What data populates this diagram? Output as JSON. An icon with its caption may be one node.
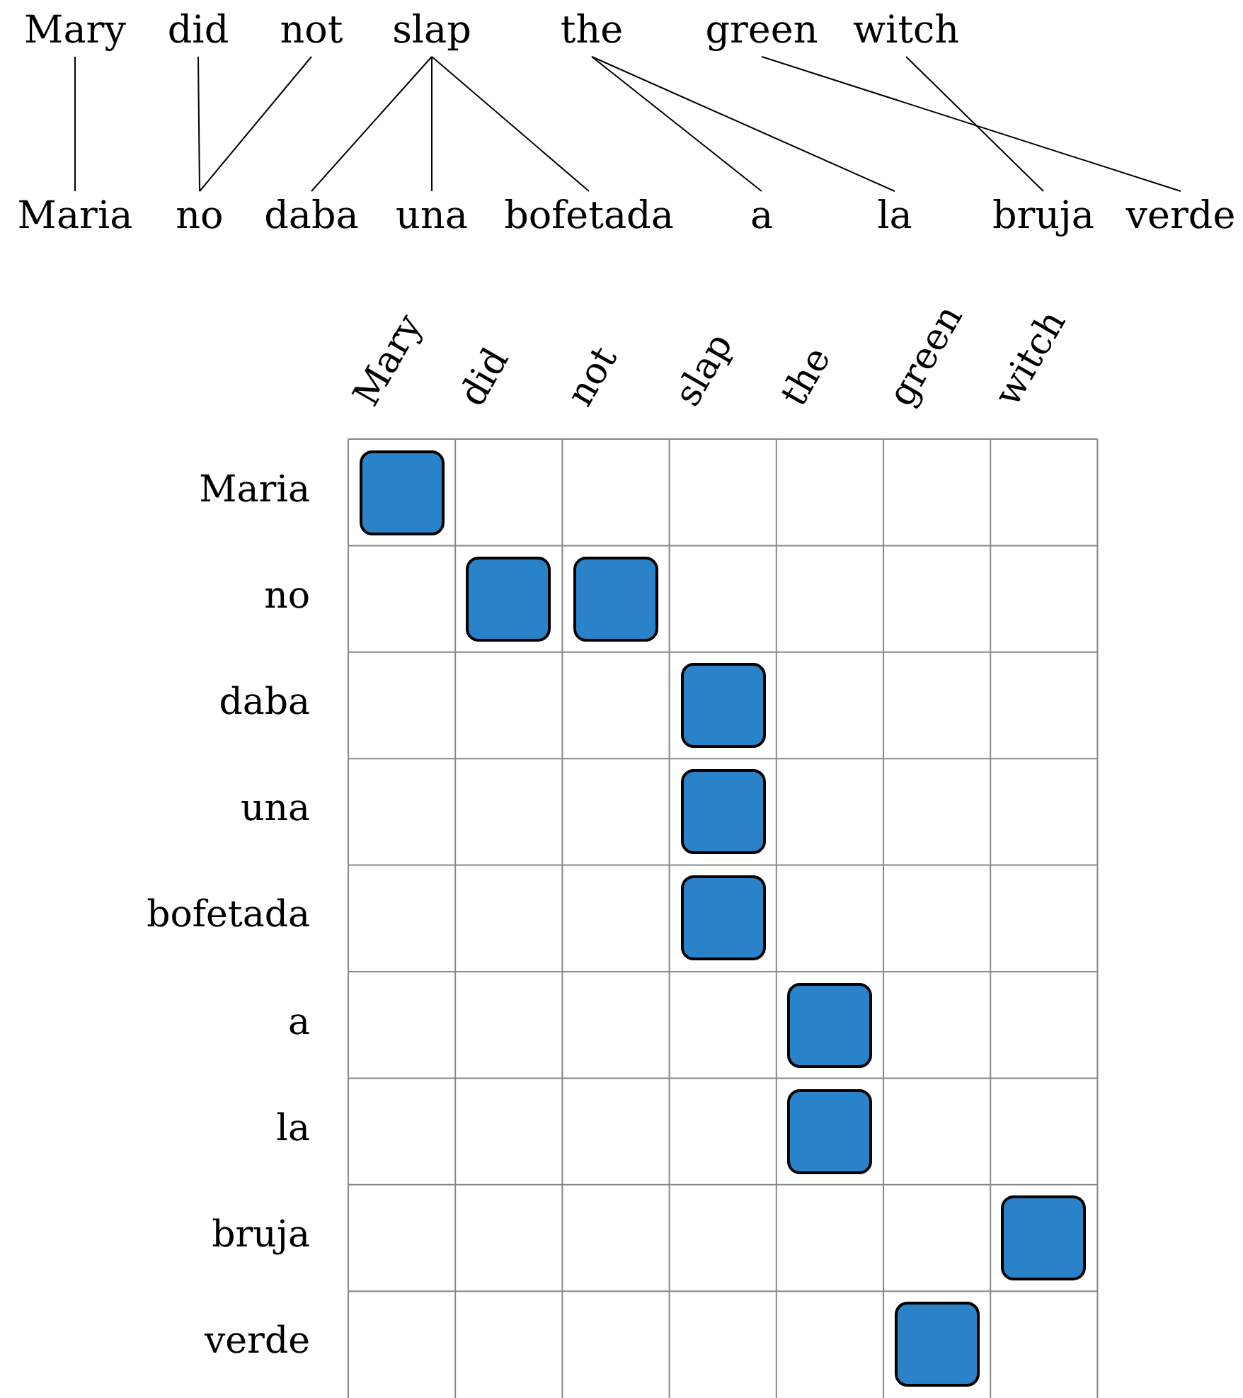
{
  "diagram": {
    "nodes": [
      {
        "text": [
          "Mary"
        ]
      },
      {
        "text": [
          "did"
        ]
      },
      {
        "text": [
          "not"
        ]
      },
      {
        "text": [
          "slap"
        ]
      },
      {
        "text": [
          "the"
        ]
      },
      {
        "text": [
          "green"
        ]
      },
      {
        "text": [
          "witch"
        ]
      },
      {
        "text": [
          "Maria"
        ]
      },
      {
        "text": [
          "no"
        ]
      },
      {
        "text": [
          "daba"
        ]
      },
      {
        "text": [
          "una"
        ]
      },
      {
        "text": [
          "bofetada"
        ]
      },
      {
        "text": [
          "a"
        ]
      },
      {
        "text": [
          "la"
        ]
      },
      {
        "text": [
          "bruja"
        ]
      },
      {
        "text": [
          "verde"
        ]
      },
      {
        "text": [],
        "shape": "box"
      },
      {
        "text": [],
        "shape": "box"
      },
      {
        "text": [],
        "shape": "box"
      },
      {
        "text": [],
        "shape": "box"
      },
      {
        "text": [],
        "shape": "box"
      },
      {
        "text": [],
        "shape": "box"
      },
      {
        "text": [],
        "shape": "box"
      },
      {
        "text": [],
        "shape": "box"
      },
      {
        "text": [],
        "shape": "box"
      },
      {
        "text": [],
        "shape": "box"
      }
    ],
    "edges": [
      {
        "from": 0,
        "to": 7,
        "arrow": "none"
      },
      {
        "from": 1,
        "to": 8,
        "arrow": "none"
      },
      {
        "from": 2,
        "to": 8,
        "arrow": "none"
      },
      {
        "from": 3,
        "to": 9,
        "arrow": "none"
      },
      {
        "from": 3,
        "to": 10,
        "arrow": "none"
      },
      {
        "from": 3,
        "to": 11,
        "arrow": "none"
      },
      {
        "from": 4,
        "to": 12,
        "arrow": "none"
      },
      {
        "from": 4,
        "to": 13,
        "arrow": "none"
      },
      {
        "from": 5,
        "to": 15,
        "arrow": "none"
      },
      {
        "from": 6,
        "to": 14,
        "arrow": "none"
      }
    ],
    "labels": [
      "Mary",
      "did",
      "not",
      "slap",
      "the",
      "green",
      "witch",
      "Maria",
      "no",
      "daba",
      "una",
      "bofetada",
      "a",
      "la",
      "bruja",
      "verde"
    ]
  }
}
